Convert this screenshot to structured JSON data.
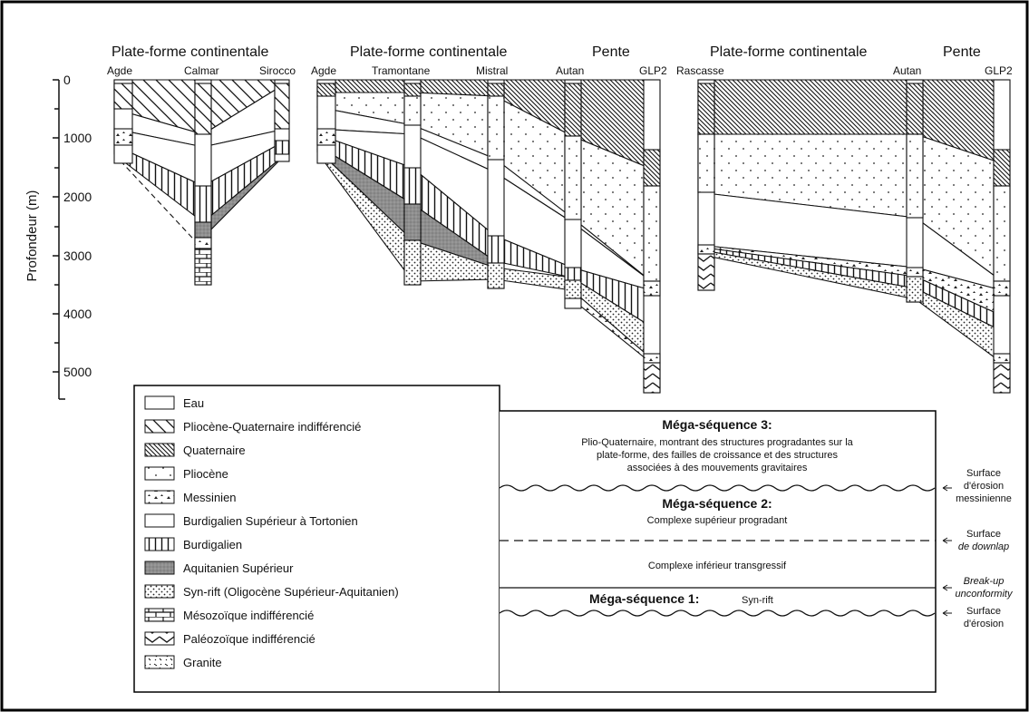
{
  "headers": {
    "left_platform": "Plate-forme continentale",
    "mid_platform": "Plate-forme continentale",
    "mid_slope": "Pente",
    "right_platform": "Plate-forme continentale",
    "right_slope": "Pente"
  },
  "wells": {
    "agde_1": "Agde",
    "calmar": "Calmar",
    "sirocco": "Sirocco",
    "agde_2": "Agde",
    "tramontane": "Tramontane",
    "mistral": "Mistral",
    "autan_1": "Autan",
    "glp2_1": "GLP2",
    "rascasse": "Rascasse",
    "autan_2": "Autan",
    "glp2_2": "GLP2"
  },
  "depth_axis": {
    "label": "Profondeur (m)",
    "ticks": [
      "0",
      "1000",
      "2000",
      "3000",
      "4000",
      "5000"
    ]
  },
  "legend": [
    {
      "label": "Eau",
      "pattern": "water"
    },
    {
      "label": "Pliocène-Quaternaire indifférencié",
      "pattern": "pq"
    },
    {
      "label": "Quaternaire",
      "pattern": "quat"
    },
    {
      "label": "Pliocène",
      "pattern": "plio"
    },
    {
      "label": "Messinien",
      "pattern": "mess"
    },
    {
      "label": "Burdigalien Supérieur à Tortonien",
      "pattern": "plain"
    },
    {
      "label": "Burdigalien",
      "pattern": "burd"
    },
    {
      "label": "Aquitanien Supérieur",
      "pattern": "aqui"
    },
    {
      "label": "Syn-rift (Oligocène Supérieur-Aquitanien)",
      "pattern": "synrift"
    },
    {
      "label": "Mésozoïque indifférencié",
      "pattern": "meso"
    },
    {
      "label": "Paléozoïque indifférencié",
      "pattern": "paleo"
    },
    {
      "label": "Granite",
      "pattern": "granite"
    }
  ],
  "sequences": {
    "ms3_title": "Méga-séquence 3:",
    "ms3_desc_1": "Plio-Quaternaire, montrant des structures progradantes sur la",
    "ms3_desc_2": "plate-forme, des failles de croissance et des structures",
    "ms3_desc_3": "associées à des mouvements gravitaires",
    "ms2_title": "Méga-séquence 2:",
    "ms2_desc": "Complexe supérieur progradant",
    "inf_desc": "Complexe inférieur transgressif",
    "ms1_title": "Méga-séquence 1:",
    "ms1_sub": "Syn-rift"
  },
  "surfaces": {
    "s1_a": "Surface",
    "s1_b": "d'érosion",
    "s1_c": "messinienne",
    "s2_a": "Surface",
    "s2_b": "de downlap",
    "s3_a": "Break-up",
    "s3_b": "unconformity",
    "s4_a": "Surface",
    "s4_b": "d'érosion"
  }
}
